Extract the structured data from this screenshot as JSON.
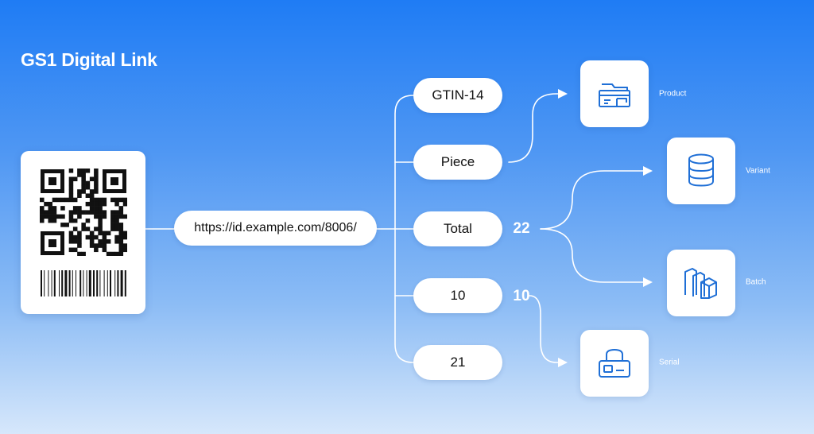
{
  "title": "GS1 Digital Link",
  "url": "https://id.example.com/8006/",
  "segments": [
    "GTIN-14",
    "Piece",
    "Total",
    "10",
    "21"
  ],
  "values": [
    "22",
    "10"
  ],
  "targets": [
    {
      "label": "Product",
      "icon": "folder-icon"
    },
    {
      "label": "Variant",
      "icon": "database-icon"
    },
    {
      "label": "Batch",
      "icon": "stacked-boxes-icon"
    },
    {
      "label": "Serial",
      "icon": "lock-icon"
    }
  ],
  "colors": {
    "accent": "#1f6fd6",
    "line": "#ffffff"
  }
}
